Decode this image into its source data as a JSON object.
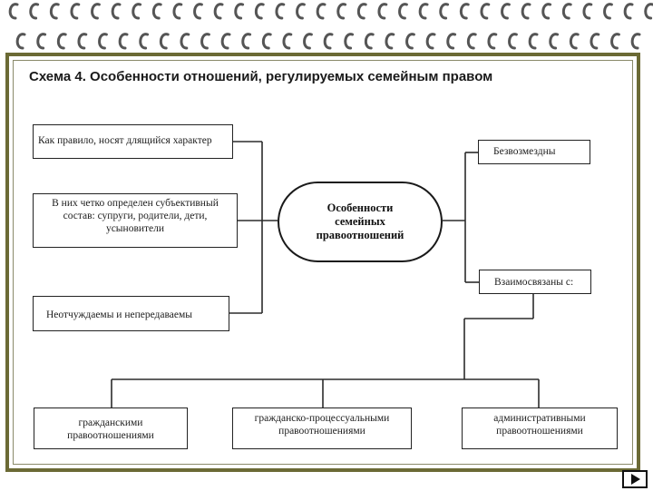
{
  "title": "Схема 4. Особенности отношений,  регулируемых семейным правом",
  "center": {
    "line1": "Особенности",
    "line2": "семейных",
    "line3": "правоотношений"
  },
  "left_items": {
    "long": "Как правило, носят длящийся характер",
    "subj_line1": "В них четко определен субъективный",
    "subj_line2": "состав: супруги, родители, дети,",
    "subj_line3": "усыновители",
    "inal": "Неотчуждаемы и непередаваемы"
  },
  "right_items": {
    "free": "Безвозмездны",
    "inter": "Взаимосвязаны с:"
  },
  "bottom_items": {
    "civil_line1": "гражданскими",
    "civil_line2": "правоотношениями",
    "proc_line1": "гражданско-процессуальными",
    "proc_line2": "правоотношениями",
    "admin_line1": "административными",
    "admin_line2": "правоотношениями"
  },
  "colors": {
    "frame": "#6b6a35",
    "spiral": "#555555"
  },
  "nav": {
    "icon": "play-next-icon"
  }
}
